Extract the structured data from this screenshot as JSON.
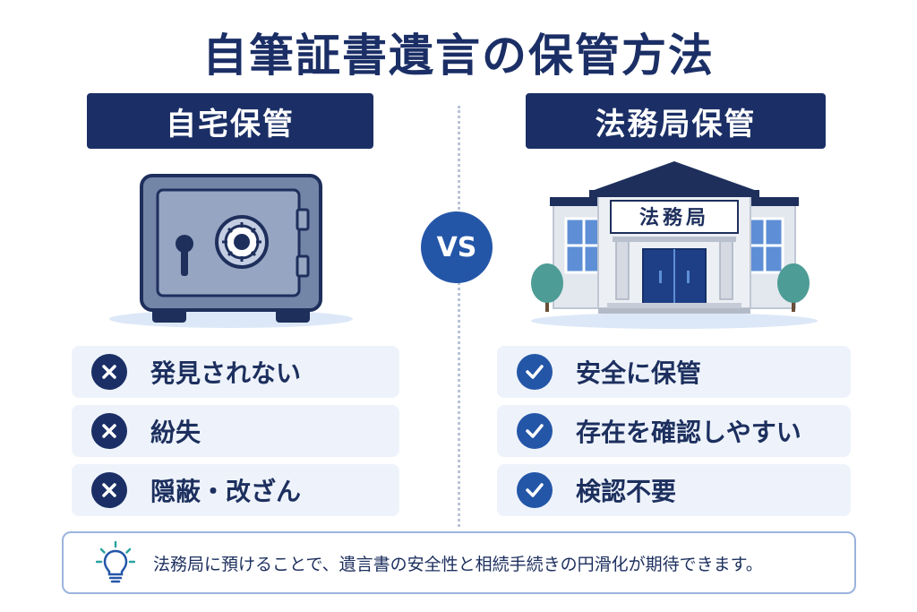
{
  "title": "自筆証書遺言の保管方法",
  "left": {
    "header": "自宅保管",
    "items": [
      {
        "label": "発見されない",
        "icon": "x-circle-icon"
      },
      {
        "label": "紛失",
        "icon": "x-circle-icon"
      },
      {
        "label": "隠蔽・改ざん",
        "icon": "x-circle-icon"
      }
    ]
  },
  "right": {
    "header": "法務局保管",
    "building_sign": "法務局",
    "items": [
      {
        "label": "安全に保管",
        "icon": "check-circle-icon"
      },
      {
        "label": "存在を確認しやすい",
        "icon": "check-circle-icon"
      },
      {
        "label": "検認不要",
        "icon": "check-circle-icon"
      }
    ]
  },
  "vs_label": "VS",
  "note": {
    "icon": "lightbulb-icon",
    "text": "法務局に預けることで、遺言書の安全性と相続手続きの円滑化が期待できます。"
  },
  "colors": {
    "navy": "#1b2f66",
    "accent_blue": "#2456a8",
    "item_bg": "#eef3fb",
    "note_border": "#9ab4dd"
  }
}
